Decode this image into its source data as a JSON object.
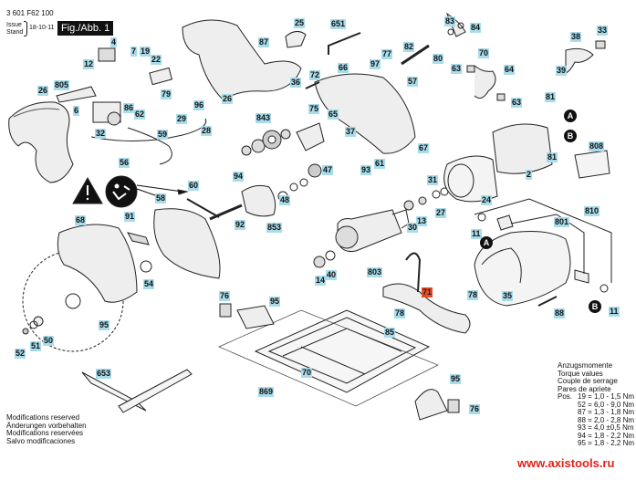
{
  "header": {
    "doc_number": "3 601 F62 100",
    "issue_label": "Issue",
    "stand_label": "Stand",
    "date": "18-10-11",
    "figure_label": "Fig./Abb. 1"
  },
  "colors": {
    "label_bg": "#a8dcea",
    "selected_label_bg": "#e84b26",
    "url_color": "#e0201b"
  },
  "selected_part": "71",
  "parts": [
    {
      "id": "4"
    },
    {
      "id": "7"
    },
    {
      "id": "19"
    },
    {
      "id": "22"
    },
    {
      "id": "12"
    },
    {
      "id": "805"
    },
    {
      "id": "26"
    },
    {
      "id": "6"
    },
    {
      "id": "79"
    },
    {
      "id": "86"
    },
    {
      "id": "62"
    },
    {
      "id": "96"
    },
    {
      "id": "29"
    },
    {
      "id": "59"
    },
    {
      "id": "28"
    },
    {
      "id": "32"
    },
    {
      "id": "56"
    },
    {
      "id": "26b",
      "text": "26"
    },
    {
      "id": "87"
    },
    {
      "id": "25"
    },
    {
      "id": "651"
    },
    {
      "id": "82"
    },
    {
      "id": "97"
    },
    {
      "id": "77"
    },
    {
      "id": "66"
    },
    {
      "id": "72"
    },
    {
      "id": "36"
    },
    {
      "id": "57"
    },
    {
      "id": "843"
    },
    {
      "id": "75"
    },
    {
      "id": "65"
    },
    {
      "id": "37"
    },
    {
      "id": "67"
    },
    {
      "id": "61"
    },
    {
      "id": "93"
    },
    {
      "id": "47"
    },
    {
      "id": "83"
    },
    {
      "id": "84"
    },
    {
      "id": "80"
    },
    {
      "id": "70"
    },
    {
      "id": "63"
    },
    {
      "id": "64"
    },
    {
      "id": "63b",
      "text": "63"
    },
    {
      "id": "38"
    },
    {
      "id": "33"
    },
    {
      "id": "39"
    },
    {
      "id": "81"
    },
    {
      "id": "81b",
      "text": "81"
    },
    {
      "id": "808"
    },
    {
      "id": "2"
    },
    {
      "id": "24"
    },
    {
      "id": "31"
    },
    {
      "id": "27"
    },
    {
      "id": "13"
    },
    {
      "id": "30"
    },
    {
      "id": "94"
    },
    {
      "id": "48"
    },
    {
      "id": "92"
    },
    {
      "id": "853"
    },
    {
      "id": "60"
    },
    {
      "id": "58"
    },
    {
      "id": "91"
    },
    {
      "id": "68"
    },
    {
      "id": "54"
    },
    {
      "id": "95"
    },
    {
      "id": "50"
    },
    {
      "id": "51"
    },
    {
      "id": "52"
    },
    {
      "id": "803"
    },
    {
      "id": "40"
    },
    {
      "id": "14"
    },
    {
      "id": "810"
    },
    {
      "id": "801"
    },
    {
      "id": "11"
    },
    {
      "id": "11b",
      "text": "11"
    },
    {
      "id": "35"
    },
    {
      "id": "78"
    },
    {
      "id": "78b",
      "text": "78"
    },
    {
      "id": "88"
    },
    {
      "id": "71"
    },
    {
      "id": "76"
    },
    {
      "id": "95b",
      "text": "95"
    },
    {
      "id": "85"
    },
    {
      "id": "70b",
      "text": "70"
    },
    {
      "id": "869"
    },
    {
      "id": "95c",
      "text": "95"
    },
    {
      "id": "76b",
      "text": "76"
    },
    {
      "id": "653"
    }
  ],
  "connectors": [
    "A",
    "B",
    "A",
    "B"
  ],
  "modifications": [
    "Modifications reserved",
    "Änderungen vorbehalten",
    "Modifications reservées",
    "Salvo modificaciones"
  ],
  "torque": {
    "titles": [
      "Anzugsmomente",
      "Torque values",
      "Couple de serrage",
      "Pares de apriete"
    ],
    "pos_label": "Pos.",
    "values": [
      "19 =  1,0 - 1,5 Nm",
      "52 =  6,0 - 9,0 Nm",
      "87 =  1,3 - 1,8 Nm",
      "88 =  2,0 - 2,8 Nm",
      "93 =  4,0 ±0,5 Nm",
      "94 =  1,8 - 2,2 Nm",
      "95 =  1,8 - 2,2 Nm"
    ]
  },
  "footer_url": "www.axistools.ru"
}
